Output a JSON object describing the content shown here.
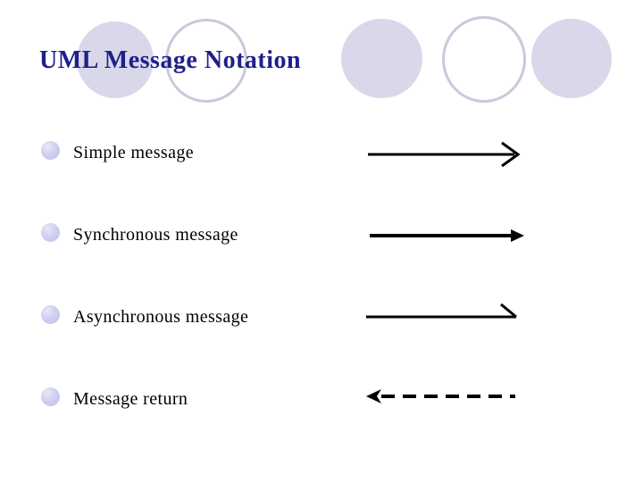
{
  "slide": {
    "title": "UML Message Notation",
    "title_color": "#1F1F8C",
    "background_color": "#FFFFFF",
    "text_color": "#000000",
    "items": [
      {
        "label": "Simple message",
        "arrow_type": "solid line, open V arrowhead, pointing right"
      },
      {
        "label": "Synchronous message",
        "arrow_type": "solid line, filled arrowhead, pointing right"
      },
      {
        "label": "Asynchronous message",
        "arrow_type": "solid line, half (upper-barb) arrowhead, pointing right"
      },
      {
        "label": "Message return",
        "arrow_type": "dashed line, filled arrowhead, pointing left"
      }
    ],
    "decorations": {
      "circle_pattern": [
        "filled",
        "outlined",
        "filled",
        "outlined",
        "filled"
      ],
      "circle_fill_color": "#D8D8EA",
      "circle_outline_color": "#C9C9DC",
      "bullet_color": "#C6C6EE"
    }
  }
}
